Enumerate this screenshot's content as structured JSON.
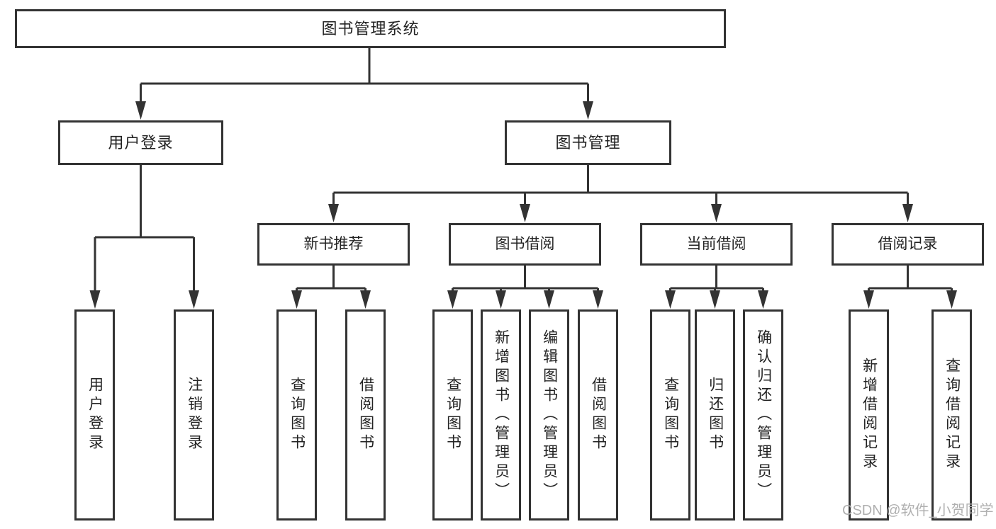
{
  "nodes": {
    "root": "图书管理系统",
    "user_login": "用户登录",
    "book_mgmt": "图书管理",
    "new_book": "新书推荐",
    "book_borrow": "图书借阅",
    "current_borrow": "当前借阅",
    "borrow_record": "借阅记录",
    "leaf_user_login": "用户登录",
    "leaf_logout": "注销登录",
    "leaf_nb_query": "查询图书",
    "leaf_nb_borrow": "借阅图书",
    "leaf_bb_query": "查询图书",
    "leaf_bb_add": "新增图书（管理员）",
    "leaf_bb_edit": "编辑图书（管理员）",
    "leaf_bb_borrow": "借阅图书",
    "leaf_cb_query": "查询图书",
    "leaf_cb_return": "归还图书",
    "leaf_cb_confirm": "确认归还（管理员）",
    "leaf_br_add": "新增借阅记录",
    "leaf_br_query": "查询借阅记录"
  },
  "watermark": "CSDN @软件_小贺同学",
  "colors": {
    "line": "#333333",
    "text": "#222222",
    "box_background": "#ffffff",
    "watermark": "#b0b0b0",
    "background": "#ffffff"
  }
}
